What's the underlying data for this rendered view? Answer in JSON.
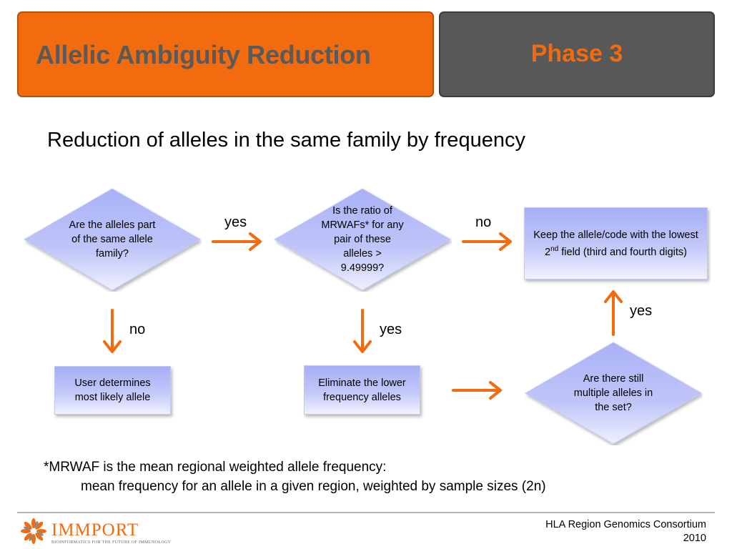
{
  "header": {
    "title": "Allelic Ambiguity Reduction",
    "phase": "Phase 3",
    "colors": {
      "orange": "#f26b0e",
      "gray": "#585858",
      "title_text": "#5a5a5a"
    }
  },
  "subtitle": "Reduction of alleles in the same family by frequency",
  "flowchart": {
    "nodes": {
      "same_family": {
        "shape": "diamond",
        "text": "Are the alleles part of the same allele family?"
      },
      "ratio_check": {
        "shape": "diamond",
        "text": "Is the ratio of MRWAFs* for any pair of these alleles > 9.49999?"
      },
      "keep_allele": {
        "shape": "box",
        "text_before": "Keep the allele/code with the lowest 2",
        "superscript": "nd",
        "text_after": " field (third and fourth digits)"
      },
      "user_determines": {
        "shape": "box",
        "text": "User determines most likely allele"
      },
      "eliminate": {
        "shape": "box",
        "text": "Eliminate the lower frequency alleles"
      },
      "still_multiple": {
        "shape": "diamond",
        "text": "Are there still multiple alleles in the set?"
      }
    },
    "edges": [
      {
        "from": "same_family",
        "to": "ratio_check",
        "label": "yes"
      },
      {
        "from": "ratio_check",
        "to": "keep_allele",
        "label": "no"
      },
      {
        "from": "same_family",
        "to": "user_determines",
        "label": "no"
      },
      {
        "from": "ratio_check",
        "to": "eliminate",
        "label": "yes"
      },
      {
        "from": "eliminate",
        "to": "still_multiple",
        "label": ""
      },
      {
        "from": "still_multiple",
        "to": "keep_allele",
        "label": "yes"
      }
    ],
    "colors": {
      "arrow": "#f26b0e",
      "node_fill": "#a6aef6"
    }
  },
  "footnote": {
    "line1": "*MRWAF is the mean regional weighted allele frequency:",
    "line2": "mean frequency for an allele in a given region, weighted by sample sizes (2n)"
  },
  "footer": {
    "logo": {
      "word": "IMMPORT",
      "tagline": "BIOINFORMATICS FOR THE FUTURE OF IMMUNOLOGY",
      "icon": "starburst-logo-icon"
    },
    "consortium": "HLA Region Genomics Consortium",
    "year": "2010"
  }
}
